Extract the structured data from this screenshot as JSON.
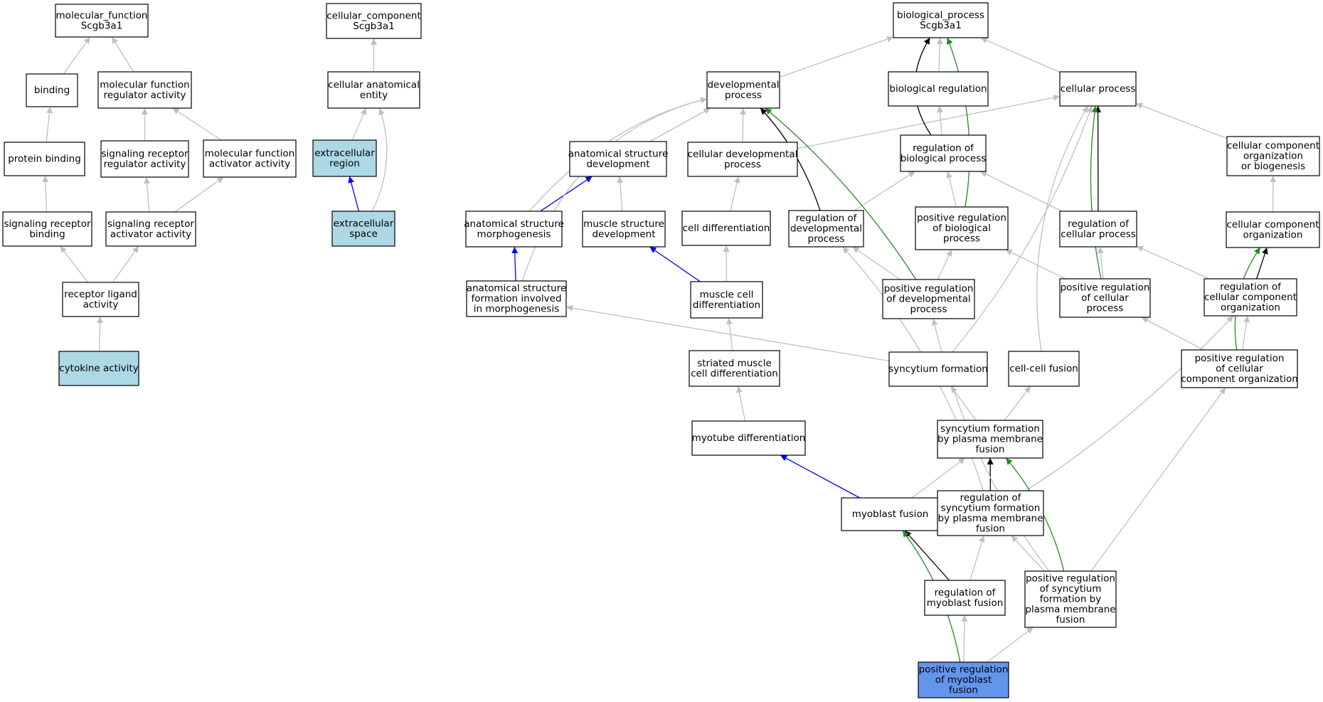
{
  "colors": {
    "gray": "#c0c0c0",
    "black": "#000000",
    "blue": "#0000ff",
    "green": "#228b22",
    "highlight_light": "#add8e6",
    "highlight_main": "#6495ed",
    "default_fill": "#ffffff"
  },
  "nodes": [
    {
      "id": "mf_root",
      "lines": [
        "molecular_function",
        "Scgb3a1"
      ],
      "fill": "default"
    },
    {
      "id": "binding",
      "lines": [
        "binding"
      ],
      "fill": "default"
    },
    {
      "id": "mf_reg",
      "lines": [
        "molecular function",
        "regulator activity"
      ],
      "fill": "default"
    },
    {
      "id": "protein_binding",
      "lines": [
        "protein binding"
      ],
      "fill": "default"
    },
    {
      "id": "sig_rec_reg",
      "lines": [
        "signaling receptor",
        "regulator activity"
      ],
      "fill": "default"
    },
    {
      "id": "mf_act",
      "lines": [
        "molecular function",
        "activator activity"
      ],
      "fill": "default"
    },
    {
      "id": "sig_rec_bind",
      "lines": [
        "signaling receptor",
        "binding"
      ],
      "fill": "default"
    },
    {
      "id": "sig_rec_act",
      "lines": [
        "signaling receptor",
        "activator activity"
      ],
      "fill": "default"
    },
    {
      "id": "rec_lig",
      "lines": [
        "receptor ligand",
        "activity"
      ],
      "fill": "default"
    },
    {
      "id": "cytokine",
      "lines": [
        "cytokine activity"
      ],
      "fill": "light"
    },
    {
      "id": "cc_root",
      "lines": [
        "cellular_component",
        "Scgb3a1"
      ],
      "fill": "default"
    },
    {
      "id": "cae",
      "lines": [
        "cellular anatomical",
        "entity"
      ],
      "fill": "default"
    },
    {
      "id": "ext_region",
      "lines": [
        "extracellular",
        "region"
      ],
      "fill": "light"
    },
    {
      "id": "ext_space",
      "lines": [
        "extracellular",
        "space"
      ],
      "fill": "light"
    },
    {
      "id": "bp_root",
      "lines": [
        "biological_process",
        "Scgb3a1"
      ],
      "fill": "default"
    },
    {
      "id": "dev_proc",
      "lines": [
        "developmental",
        "process"
      ],
      "fill": "default"
    },
    {
      "id": "bio_reg",
      "lines": [
        "biological regulation"
      ],
      "fill": "default"
    },
    {
      "id": "cell_proc",
      "lines": [
        "cellular process"
      ],
      "fill": "default"
    },
    {
      "id": "anat_dev",
      "lines": [
        "anatomical structure",
        "development"
      ],
      "fill": "default"
    },
    {
      "id": "cell_dev",
      "lines": [
        "cellular developmental",
        "process"
      ],
      "fill": "default"
    },
    {
      "id": "reg_bio",
      "lines": [
        "regulation of",
        "biological process"
      ],
      "fill": "default"
    },
    {
      "id": "ccob",
      "lines": [
        "cellular component",
        "organization",
        "or biogenesis"
      ],
      "fill": "default"
    },
    {
      "id": "anat_morph",
      "lines": [
        "anatomical structure",
        "morphogenesis"
      ],
      "fill": "default"
    },
    {
      "id": "muscle_dev",
      "lines": [
        "muscle structure",
        "development"
      ],
      "fill": "default"
    },
    {
      "id": "cell_diff",
      "lines": [
        "cell differentiation"
      ],
      "fill": "default"
    },
    {
      "id": "reg_dev",
      "lines": [
        "regulation of",
        "developmental",
        "process"
      ],
      "fill": "default"
    },
    {
      "id": "pos_reg_bio",
      "lines": [
        "positive regulation",
        "of biological",
        "process"
      ],
      "fill": "default"
    },
    {
      "id": "reg_cell",
      "lines": [
        "regulation of",
        "cellular process"
      ],
      "fill": "default"
    },
    {
      "id": "cco",
      "lines": [
        "cellular component",
        "organization"
      ],
      "fill": "default"
    },
    {
      "id": "anat_form",
      "lines": [
        "anatomical structure",
        "formation involved",
        "in morphogenesis"
      ],
      "fill": "default"
    },
    {
      "id": "muscle_cell_diff",
      "lines": [
        "muscle cell",
        "differentiation"
      ],
      "fill": "default"
    },
    {
      "id": "pos_reg_dev",
      "lines": [
        "positive regulation",
        "of developmental",
        "process"
      ],
      "fill": "default"
    },
    {
      "id": "pos_reg_cell",
      "lines": [
        "positive regulation",
        "of cellular",
        "process"
      ],
      "fill": "default"
    },
    {
      "id": "reg_cco",
      "lines": [
        "regulation of",
        "cellular component",
        "organization"
      ],
      "fill": "default"
    },
    {
      "id": "striated",
      "lines": [
        "striated muscle",
        "cell differentiation"
      ],
      "fill": "default"
    },
    {
      "id": "syncytium",
      "lines": [
        "syncytium formation"
      ],
      "fill": "default"
    },
    {
      "id": "cell_fusion",
      "lines": [
        "cell-cell fusion"
      ],
      "fill": "default"
    },
    {
      "id": "pos_reg_cco",
      "lines": [
        "positive regulation",
        "of cellular",
        "component organization"
      ],
      "fill": "default"
    },
    {
      "id": "myotube",
      "lines": [
        "myotube differentiation"
      ],
      "fill": "default"
    },
    {
      "id": "syn_pm",
      "lines": [
        "syncytium formation",
        "by plasma membrane",
        "fusion"
      ],
      "fill": "default"
    },
    {
      "id": "myoblast_fusion",
      "lines": [
        "myoblast fusion"
      ],
      "fill": "default"
    },
    {
      "id": "reg_syn_pm",
      "lines": [
        "regulation of",
        "syncytium formation",
        "by plasma membrane",
        "fusion"
      ],
      "fill": "default"
    },
    {
      "id": "reg_myo",
      "lines": [
        "regulation of",
        "myoblast fusion"
      ],
      "fill": "default"
    },
    {
      "id": "pos_reg_syn",
      "lines": [
        "positive regulation",
        "of syncytium",
        "formation by",
        "plasma membrane",
        "fusion"
      ],
      "fill": "default"
    },
    {
      "id": "pos_reg_myo",
      "lines": [
        "positive regulation",
        "of myoblast",
        "fusion"
      ],
      "fill": "main"
    }
  ],
  "edges": [
    {
      "from": "binding",
      "to": "mf_root",
      "color": "gray"
    },
    {
      "from": "mf_reg",
      "to": "mf_root",
      "color": "gray"
    },
    {
      "from": "protein_binding",
      "to": "binding",
      "color": "gray"
    },
    {
      "from": "sig_rec_reg",
      "to": "mf_reg",
      "color": "gray"
    },
    {
      "from": "mf_act",
      "to": "mf_reg",
      "color": "gray"
    },
    {
      "from": "sig_rec_bind",
      "to": "protein_binding",
      "color": "gray"
    },
    {
      "from": "sig_rec_act",
      "to": "sig_rec_reg",
      "color": "gray"
    },
    {
      "from": "sig_rec_act",
      "to": "mf_act",
      "color": "gray"
    },
    {
      "from": "rec_lig",
      "to": "sig_rec_bind",
      "color": "gray"
    },
    {
      "from": "rec_lig",
      "to": "sig_rec_act",
      "color": "gray"
    },
    {
      "from": "cytokine",
      "to": "rec_lig",
      "color": "gray"
    },
    {
      "from": "cae",
      "to": "cc_root",
      "color": "gray"
    },
    {
      "from": "ext_region",
      "to": "cae",
      "color": "gray"
    },
    {
      "from": "ext_space",
      "to": "ext_region",
      "color": "blue"
    },
    {
      "from": "ext_space",
      "to": "cae",
      "color": "gray",
      "curve": 40
    },
    {
      "from": "dev_proc",
      "to": "bp_root",
      "color": "gray"
    },
    {
      "from": "bio_reg",
      "to": "bp_root",
      "color": "gray"
    },
    {
      "from": "cell_proc",
      "to": "bp_root",
      "color": "gray"
    },
    {
      "from": "anat_dev",
      "to": "dev_proc",
      "color": "gray"
    },
    {
      "from": "cell_dev",
      "to": "dev_proc",
      "color": "gray"
    },
    {
      "from": "cell_dev",
      "to": "cell_proc",
      "color": "gray"
    },
    {
      "from": "reg_bio",
      "to": "bio_reg",
      "color": "gray"
    },
    {
      "from": "reg_bio",
      "to": "bp_root",
      "color": "black",
      "curve": -60
    },
    {
      "from": "ccob",
      "to": "cell_proc",
      "color": "gray"
    },
    {
      "from": "anat_morph",
      "to": "anat_dev",
      "color": "blue"
    },
    {
      "from": "anat_morph",
      "to": "dev_proc",
      "color": "gray",
      "curve": -60
    },
    {
      "from": "muscle_dev",
      "to": "anat_dev",
      "color": "gray"
    },
    {
      "from": "cell_diff",
      "to": "cell_dev",
      "color": "gray"
    },
    {
      "from": "reg_dev",
      "to": "reg_bio",
      "color": "gray"
    },
    {
      "from": "reg_dev",
      "to": "dev_proc",
      "color": "black",
      "curve": 25
    },
    {
      "from": "pos_reg_bio",
      "to": "reg_bio",
      "color": "gray"
    },
    {
      "from": "pos_reg_bio",
      "to": "bp_root",
      "color": "green",
      "curve": 40
    },
    {
      "from": "reg_cell",
      "to": "reg_bio",
      "color": "gray"
    },
    {
      "from": "reg_cell",
      "to": "cell_proc",
      "color": "black"
    },
    {
      "from": "cco",
      "to": "ccob",
      "color": "gray"
    },
    {
      "from": "anat_form",
      "to": "anat_morph",
      "color": "blue"
    },
    {
      "from": "anat_form",
      "to": "dev_proc",
      "color": "gray",
      "curve": -120
    },
    {
      "from": "muscle_cell_diff",
      "to": "muscle_dev",
      "color": "blue"
    },
    {
      "from": "muscle_cell_diff",
      "to": "cell_diff",
      "color": "gray"
    },
    {
      "from": "pos_reg_dev",
      "to": "reg_dev",
      "color": "gray"
    },
    {
      "from": "pos_reg_dev",
      "to": "pos_reg_bio",
      "color": "gray"
    },
    {
      "from": "pos_reg_dev",
      "to": "dev_proc",
      "color": "green",
      "curve": 30
    },
    {
      "from": "pos_reg_cell",
      "to": "reg_cell",
      "color": "gray"
    },
    {
      "from": "pos_reg_cell",
      "to": "pos_reg_bio",
      "color": "gray"
    },
    {
      "from": "pos_reg_cell",
      "to": "cell_proc",
      "color": "green",
      "curve": -25
    },
    {
      "from": "reg_cco",
      "to": "reg_cell",
      "color": "gray"
    },
    {
      "from": "reg_cco",
      "to": "cco",
      "color": "black"
    },
    {
      "from": "striated",
      "to": "muscle_cell_diff",
      "color": "gray"
    },
    {
      "from": "syncytium",
      "to": "anat_form",
      "color": "gray"
    },
    {
      "from": "syncytium",
      "to": "cell_proc",
      "color": "gray",
      "curve": 40
    },
    {
      "from": "cell_fusion",
      "to": "cell_proc",
      "color": "gray",
      "curve": -70
    },
    {
      "from": "pos_reg_cco",
      "to": "reg_cco",
      "color": "gray"
    },
    {
      "from": "pos_reg_cco",
      "to": "pos_reg_cell",
      "color": "gray"
    },
    {
      "from": "pos_reg_cco",
      "to": "cco",
      "color": "green",
      "curve": -40
    },
    {
      "from": "myotube",
      "to": "striated",
      "color": "gray"
    },
    {
      "from": "syn_pm",
      "to": "syncytium",
      "color": "gray"
    },
    {
      "from": "syn_pm",
      "to": "cell_fusion",
      "color": "gray"
    },
    {
      "from": "myoblast_fusion",
      "to": "myotube",
      "color": "blue"
    },
    {
      "from": "myoblast_fusion",
      "to": "syn_pm",
      "color": "gray"
    },
    {
      "from": "reg_syn_pm",
      "to": "syn_pm",
      "color": "black"
    },
    {
      "from": "reg_syn_pm",
      "to": "reg_dev",
      "color": "gray",
      "curve": 50
    },
    {
      "from": "reg_syn_pm",
      "to": "reg_cco",
      "color": "gray",
      "curve": 30
    },
    {
      "from": "reg_myo",
      "to": "myoblast_fusion",
      "color": "black"
    },
    {
      "from": "reg_myo",
      "to": "reg_syn_pm",
      "color": "gray"
    },
    {
      "from": "pos_reg_syn",
      "to": "reg_syn_pm",
      "color": "gray"
    },
    {
      "from": "pos_reg_syn",
      "to": "syn_pm",
      "color": "green",
      "curve": 30
    },
    {
      "from": "pos_reg_syn",
      "to": "pos_reg_dev",
      "color": "gray",
      "curve": -50
    },
    {
      "from": "pos_reg_syn",
      "to": "pos_reg_cco",
      "color": "gray"
    },
    {
      "from": "pos_reg_myo",
      "to": "reg_myo",
      "color": "gray"
    },
    {
      "from": "pos_reg_myo",
      "to": "pos_reg_syn",
      "color": "gray"
    },
    {
      "from": "pos_reg_myo",
      "to": "myoblast_fusion",
      "color": "green",
      "curve": 30
    }
  ]
}
